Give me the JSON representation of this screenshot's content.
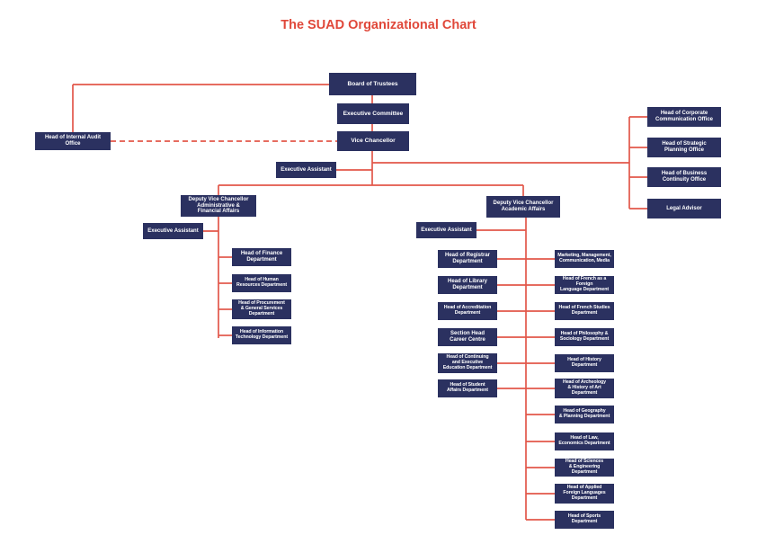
{
  "title": "The SUAD Organizational Chart",
  "colors": {
    "title": "#e0483a",
    "line": "#e2574a",
    "box": "#2b3160",
    "box_text": "#ffffff"
  },
  "nodes": {
    "board": "Board of Trustees",
    "exec_committee": "Executive Committee",
    "vice_chancellor": "Vice Chancellor",
    "internal_audit": "Head of Internal Audit\nOffice",
    "exec_assistant_vc": "Executive Assistant",
    "corporate_comm": "Head of Corporate\nCommunication Office",
    "strategic_planning": "Head of Strategic\nPlanning Office",
    "business_continuity": "Head of Business\nContinuity Office",
    "legal_advisor": "Legal Advisor",
    "dvc_admin": "Deputy Vice Chancellor\nAdministrative &\nFinancial  Affairs",
    "exec_assistant_admin": "Executive Assistant",
    "finance": "Head of Finance\nDepartment",
    "hr": "Head of Human\nResources Department",
    "procurement": "Head of Procurement\n& General Services\nDepartment",
    "it": "Head of Information\nTechnology Department",
    "dvc_academic": "Deputy Vice Chancellor\nAcademic Affairs",
    "exec_assistant_acad": "Executive Assistant",
    "registrar": "Head of Registrar\nDepartment",
    "library": "Head of Library\nDepartment",
    "accreditation": "Head of Accreditation\nDepartment",
    "career_centre": "Section Head\nCareer Centre",
    "continuing_ed": "Head of Continuing\nand Executive\nEducation Department",
    "student_affairs": "Head of Student\nAffairs Department",
    "marketing": "Marketing, Management,\nCommunication, Media",
    "french_language": "Head of French as a Foreign\nLanguage Department",
    "french_studies": "Head of French Studies\nDepartment",
    "philosophy": "Head of Philosophy &\nSociology Department",
    "history": "Head of History\nDepartment",
    "archeology": "Head of Archeology\n& History of Art\nDepartment",
    "geography": "Head of Geography\n& Planning Department",
    "law": "Head of Law,\nEconomics Department",
    "sciences": "Head of Sciences\n& Engineering Department",
    "applied_languages": "Head of Applied\nForeign Languages\nDepartment",
    "sports": "Head of Sports\nDepartment"
  }
}
